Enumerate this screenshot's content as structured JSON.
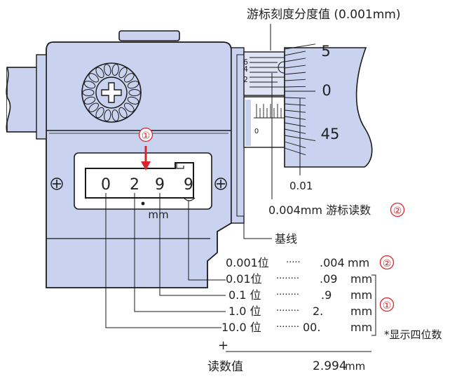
{
  "labels": {
    "vernier_value": "游标刻度分度值 (0.001mm)",
    "vernier_reading": "0.004mm 游标读数",
    "baseline": "基线",
    "unit_mm": "mm",
    "thimble_value": "0.01",
    "display_note": "*显示四位数",
    "plus": "+",
    "reading_label": "读数值",
    "reading_value": "2.994",
    "reading_unit": "mm",
    "marker_1": "①",
    "marker_2": "②"
  },
  "counter_digits": [
    "0",
    "2",
    "9",
    "9"
  ],
  "thimble_numbers": [
    "5",
    "0",
    "45"
  ],
  "vernier_scale_numbers": [
    "6",
    "4",
    "2"
  ],
  "sleeve_number": "0",
  "breakdown": [
    {
      "place": "0.001位",
      "dots": "·····",
      "value": ".004",
      "unit": "mm",
      "marker": "②"
    },
    {
      "place": "0.01位",
      "dots": "········",
      "value": ".09",
      "unit": "mm",
      "marker": ""
    },
    {
      "place": "0.1  位",
      "dots": "········",
      "value": ".9",
      "unit": "mm",
      "marker": ""
    },
    {
      "place": "1.0  位",
      "dots": "········",
      "value": "2.",
      "unit": "mm",
      "marker": ""
    },
    {
      "place": "10.0  位",
      "dots": "········",
      "value": "00.",
      "unit": "mm",
      "marker": ""
    }
  ],
  "colors": {
    "body": "#c9d2ee",
    "body_stroke": "#1a1a1a",
    "accent_red": "#d9262b"
  }
}
